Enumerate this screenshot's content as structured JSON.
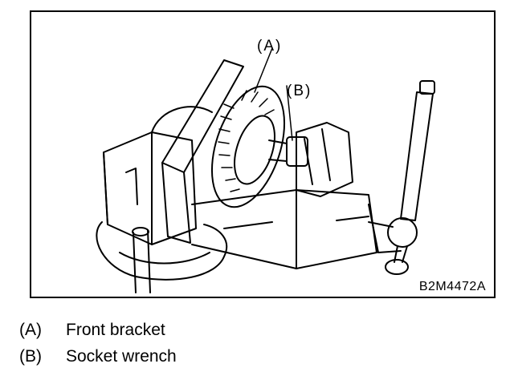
{
  "figure": {
    "callout_a": "(A)",
    "callout_b": "(B)",
    "code": "B2M4472A"
  },
  "legend": [
    {
      "key": "(A)",
      "text": "Front bracket"
    },
    {
      "key": "(B)",
      "text": "Socket wrench"
    }
  ]
}
